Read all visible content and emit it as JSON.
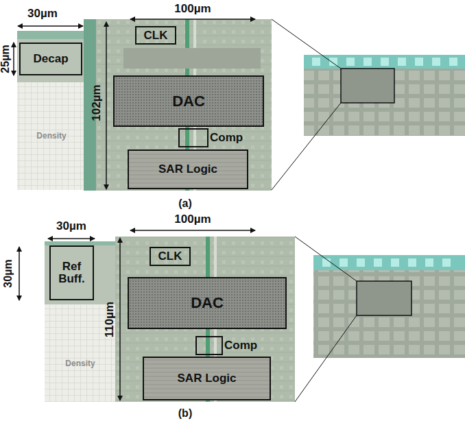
{
  "diagram": {
    "nodes": [
      {
        "text": [
          "Decap"
        ]
      },
      {
        "text": [
          "CLK"
        ]
      },
      {
        "text": [
          "DAC"
        ]
      },
      {
        "text": [
          "Comp"
        ]
      },
      {
        "text": [
          "SAR Logic"
        ]
      },
      {
        "text": [
          "Ref Buff."
        ]
      },
      {
        "text": [
          "CLK"
        ]
      },
      {
        "text": [
          "DAC"
        ]
      },
      {
        "text": [
          "Comp"
        ]
      },
      {
        "text": [
          "SAR Logic"
        ]
      }
    ],
    "labels": [
      "30µm",
      "100µm",
      "25µm",
      "102µm",
      "Density",
      "(a)",
      "30µm",
      "100µm",
      "30µm",
      "110µm",
      "Density",
      "(b)"
    ]
  }
}
